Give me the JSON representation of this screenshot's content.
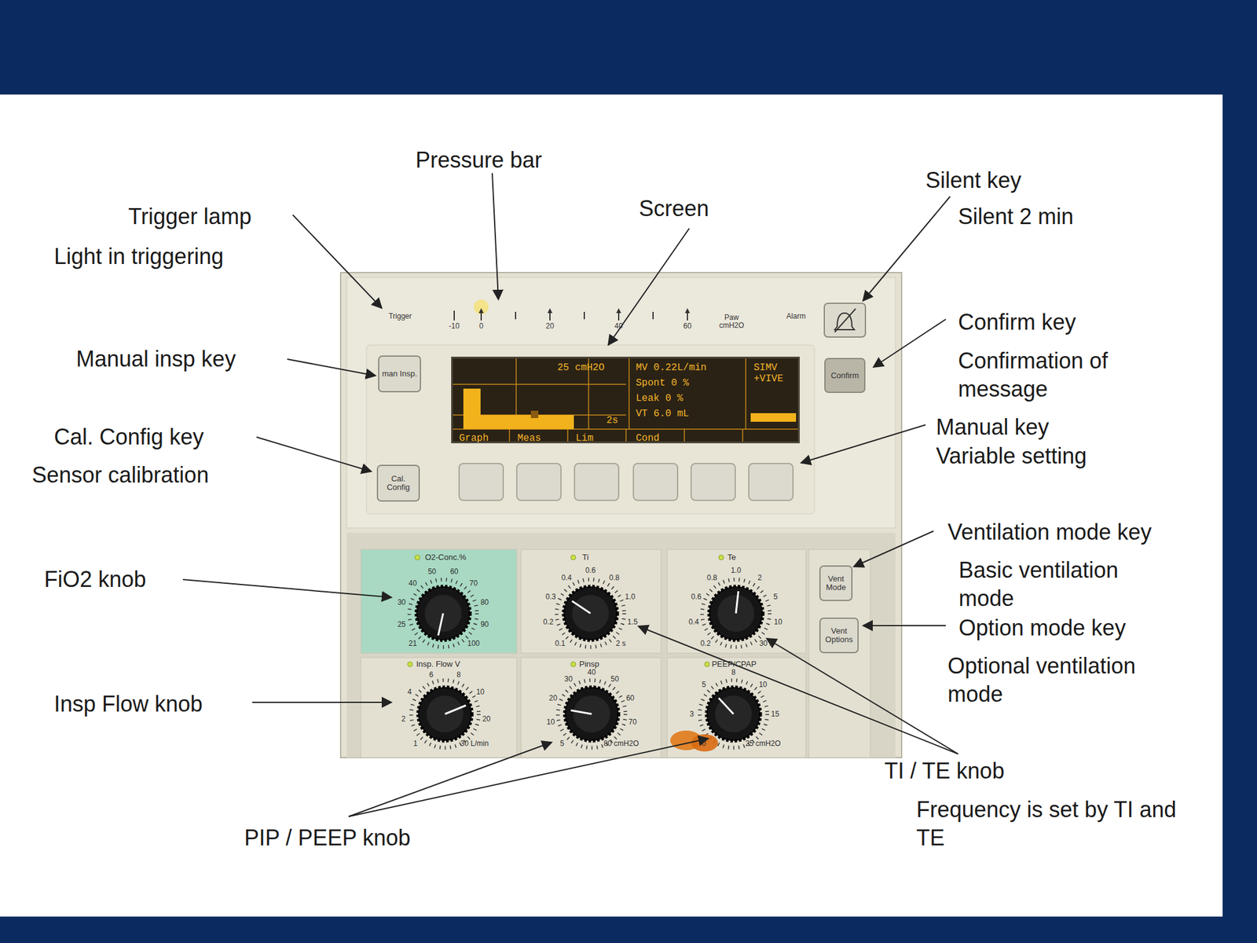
{
  "diagram": {
    "nodes": [
      {
        "text": [
          "man Insp."
        ]
      },
      {
        "text": [
          "25 cmH2O",
          "2s",
          "MV 0.22L/min",
          "Spont 0 %",
          "Leak 0 %",
          "VT 6.0 mL",
          "SIMV +VIVE",
          "Graph",
          "Meas",
          "Lim",
          "Cond"
        ]
      },
      {
        "text": [
          "Confirm"
        ]
      },
      {
        "text": [
          "Cal. Config"
        ]
      },
      {
        "text": [
          "Vent Mode"
        ]
      },
      {
        "text": [
          "Vent Options"
        ]
      }
    ],
    "labels": [
      "Pressure bar",
      "Screen",
      "Silent key",
      "Silent 2 min",
      "Trigger lamp",
      "Light in triggering",
      "Manual insp key",
      "Confirm key",
      "Confirmation of message",
      "Cal. Config key",
      "Sensor calibration",
      "Manual key",
      "Variable setting",
      "Ventilation mode key",
      "Basic ventilation mode",
      "Option mode key",
      "Optional ventilation mode",
      "FiO2 knob",
      "Insp Flow knob",
      "PIP / PEEP knob",
      "TI / TE knob",
      "Frequency is set by TI and TE",
      "Trigger",
      "-10",
      "0",
      "20",
      "40",
      "60",
      "Paw cmH2O",
      "Alarm",
      "O2-Conc.%",
      "21",
      "25",
      "30",
      "40",
      "50",
      "60",
      "70",
      "80",
      "90",
      "100",
      "Ti",
      "0.1",
      "0.2",
      "0.3",
      "0.4",
      "0.6",
      "0.8",
      "1.0",
      "1.5",
      "2 s",
      "Te",
      "0.2",
      "0.4",
      "0.6",
      "0.8",
      "1.0",
      "2",
      "5",
      "10",
      "30 s",
      "Insp. Flow V",
      "1",
      "2",
      "4",
      "6",
      "8",
      "10",
      "20",
      "30 L/min",
      "Pinsp",
      "5",
      "10",
      "20",
      "30",
      "40",
      "50",
      "60",
      "70",
      "80 cmH2O",
      "PEEP/CPAP",
      "0",
      "3",
      "5",
      "8",
      "10",
      "15",
      "25 cmH2O"
    ]
  }
}
